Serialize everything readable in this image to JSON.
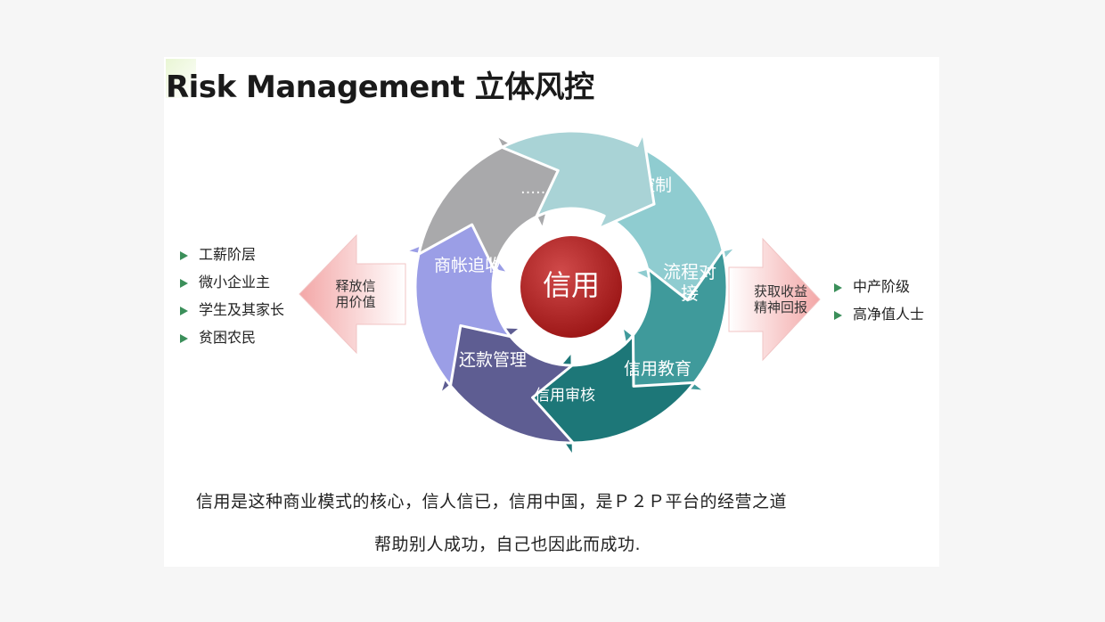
{
  "title": "Risk Management 立体风控",
  "center": "信用",
  "cycle": [
    {
      "label": "风险控制",
      "color": "#8fccd0"
    },
    {
      "label": "流程对\n接",
      "color": "#3f9a9b"
    },
    {
      "label": "信用教育",
      "color": "#1d7778"
    },
    {
      "label": "信用审核",
      "color": "#5e5d92"
    },
    {
      "label": "还款管理",
      "color": "#9b9ee6"
    },
    {
      "label": "商帐追收",
      "color": "#a9a9ab"
    },
    {
      "label": "……",
      "color": "#a9d3d6"
    }
  ],
  "left_arrow": {
    "label": "释放信\n用价值"
  },
  "right_arrow": {
    "label": "获取收益\n精神回报"
  },
  "left_list": [
    "工薪阶层",
    "微小企业主",
    "学生及其家长",
    "贫困农民"
  ],
  "right_list": [
    "中产阶级",
    "高净值人士"
  ],
  "caption_line1": "信用是这种商业模式的核心，信人信已，信用中国，是Ｐ２Ｐ平台的经营之道",
  "caption_line2": "帮助别人成功，自己也因此而成功."
}
